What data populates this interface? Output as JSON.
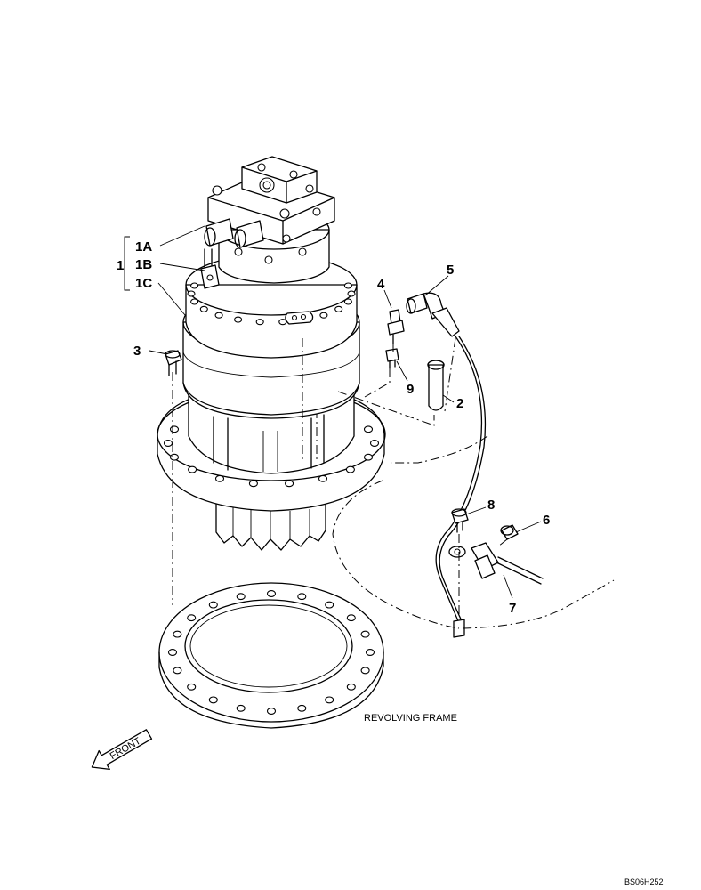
{
  "callouts": {
    "c1": "1",
    "c1a": "1A",
    "c1b": "1B",
    "c1c": "1C",
    "c2": "2",
    "c3": "3",
    "c4": "4",
    "c5": "5",
    "c6": "6",
    "c7": "7",
    "c8": "8",
    "c9": "9"
  },
  "labels": {
    "revolving_frame": "REVOLVING FRAME",
    "front": "FRONT"
  },
  "drawing_ref": "BS06H252"
}
